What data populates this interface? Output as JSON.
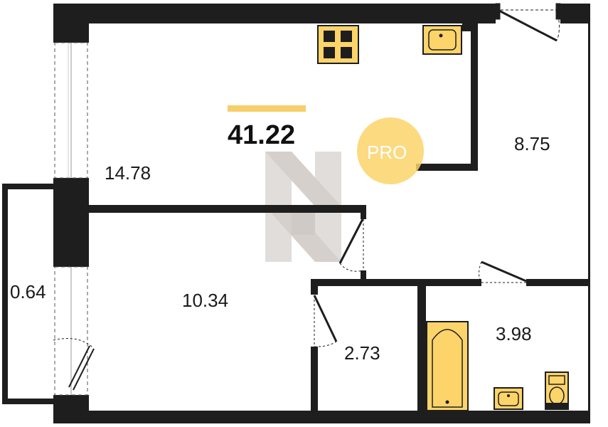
{
  "plan": {
    "total_area": "41.22",
    "rooms": [
      {
        "id": "living",
        "area": "14.78"
      },
      {
        "id": "kitchen",
        "area": "8.75"
      },
      {
        "id": "balcony",
        "area": "0.64"
      },
      {
        "id": "bedroom",
        "area": "10.34"
      },
      {
        "id": "wardrobe",
        "area": "2.73"
      },
      {
        "id": "bathroom",
        "area": "3.98"
      }
    ],
    "badge": "PRO"
  },
  "colors": {
    "wall": "#1e1e1e",
    "fixture": "#fcd46a",
    "fixture_stroke": "#1e1e1e",
    "badge": "#fcd46a",
    "accent_bar": "#f5cf6a",
    "watermark": "#bfb8b2"
  },
  "icons": [
    "stove-icon",
    "sink-icon",
    "bathtub-icon",
    "washbasin-icon",
    "toilet-icon",
    "door-swing-icon",
    "window-icon",
    "logo-watermark-icon"
  ]
}
